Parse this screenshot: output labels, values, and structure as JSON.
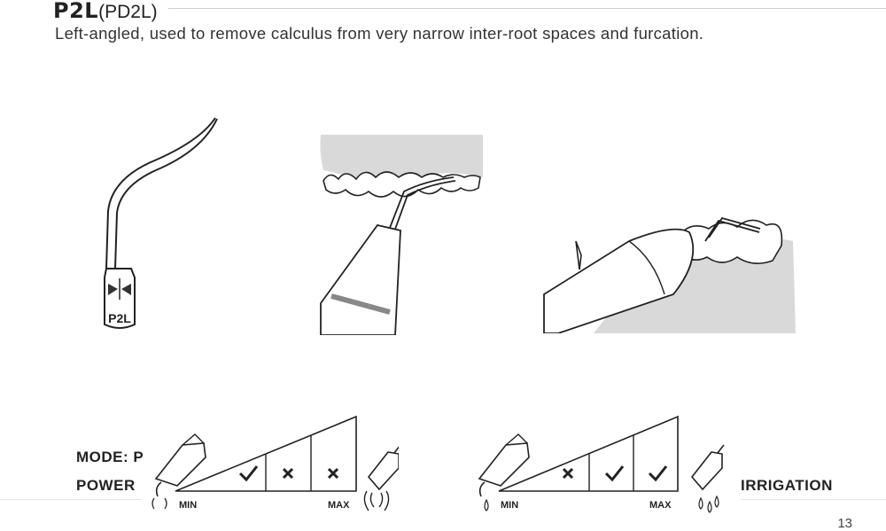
{
  "header": {
    "tip_code": "P2L",
    "tip_alt": "(PD2L)",
    "description": "Left-angled, used to remove calculus from very narrow inter-root spaces and furcation."
  },
  "tip_label": "P2L",
  "mode_label": "MODE: P",
  "power_label": "POWER",
  "irrigation_label": "IRRIGATION",
  "power_scale": {
    "min": "MIN",
    "max": "MAX",
    "settings": [
      "check",
      "cross",
      "cross"
    ]
  },
  "irrigation_scale": {
    "min": "MIN",
    "max": "MAX",
    "settings": [
      "cross",
      "check",
      "check"
    ]
  },
  "page_number": "13"
}
